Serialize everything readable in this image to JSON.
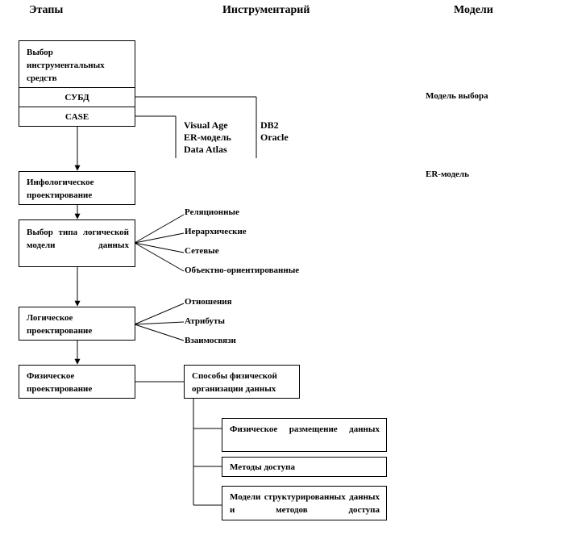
{
  "headers": {
    "stages": "Этапы",
    "tools": "Инструментарий",
    "models": "Модели"
  },
  "stages": {
    "tool_choice": "Выбор инструментальных средств",
    "dbms": "СУБД",
    "case": "CASE",
    "infological": "Инфологическое проектирование",
    "model_type": "Выбор типа логической модели данных",
    "logical": "Логическое проектирование",
    "physical": "Физическое проектирование"
  },
  "tools": {
    "case_tools": [
      "Visual Age",
      "ER-модель",
      "Data Atlas"
    ],
    "dbms_list": [
      "DB2",
      "Oracle"
    ]
  },
  "models": {
    "choice_model": "Модель выбора",
    "er_model": "ER-модель"
  },
  "model_types": [
    "Реляционные",
    "Иерархические",
    "Сетевые",
    "Объектно-ориентированные"
  ],
  "logical_items": [
    "Отношения",
    "Атрибуты",
    "Взаимосвязи"
  ],
  "physical": {
    "methods_box": "Способы физической организации данных",
    "items": [
      "Физическое размещение данных",
      "Методы доступа",
      "Модели структурированных данных и методов доступа"
    ]
  }
}
